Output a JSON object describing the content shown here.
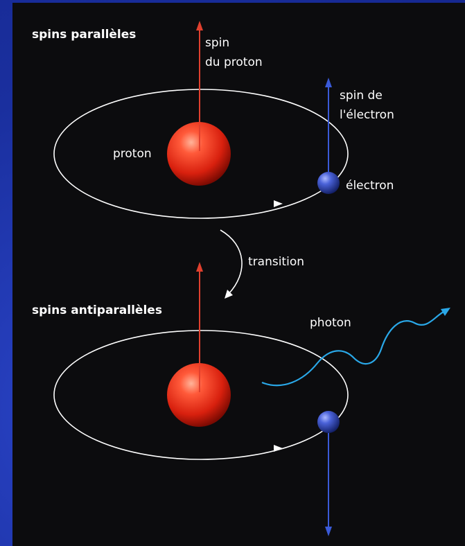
{
  "labels": {
    "spins_paralleles": "spins parallèles",
    "spin_du_proton": "spin\ndu proton",
    "spin_de_electron": "spin de\nl'électron",
    "proton": "proton",
    "electron": "électron",
    "transition": "transition",
    "spins_antiparalleles": "spins antiparallèles",
    "photon": "photon"
  },
  "colors": {
    "background_frame": "#1a2f9e",
    "panel": "#0c0c0e",
    "proton": "#e8321e",
    "electron": "#3a52c8",
    "proton_spin_arrow": "#e0402e",
    "electron_spin_arrow": "#3a5ad8",
    "photon_wave": "#2aa8e8",
    "orbit": "#ffffff"
  }
}
